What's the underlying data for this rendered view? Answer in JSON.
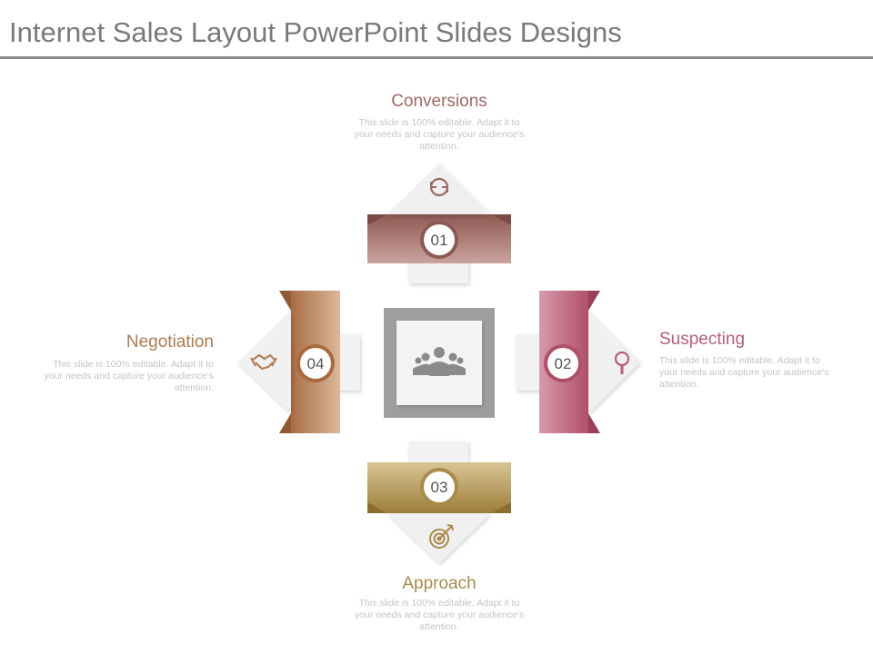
{
  "title": "Internet Sales Layout PowerPoint Slides Designs",
  "colors": {
    "conversions": "#9b6a63",
    "suspecting": "#b85d78",
    "approach": "#a88c4c",
    "negotiation": "#b07a50",
    "center_frame": "#9e9e9e",
    "body_text": "#c4c4c4"
  },
  "steps": [
    {
      "number": "01",
      "heading": "Conversions",
      "body": "This slide is 100% editable. Adapt it to your needs and capture your audience's attention.",
      "icon": "refresh-icon"
    },
    {
      "number": "02",
      "heading": "Suspecting",
      "body": "This slide is 100% editable. Adapt it to your needs and capture your audience's attention.",
      "icon": "magnifier-icon"
    },
    {
      "number": "03",
      "heading": "Approach",
      "body": "This slide is 100% editable. Adapt it to your needs and capture your audience's attention.",
      "icon": "target-icon"
    },
    {
      "number": "04",
      "heading": "Negotiation",
      "body": "This slide is 100% editable. Adapt it to your needs and capture your audience's attention.",
      "icon": "handshake-icon"
    }
  ],
  "center_icon": "team-icon"
}
